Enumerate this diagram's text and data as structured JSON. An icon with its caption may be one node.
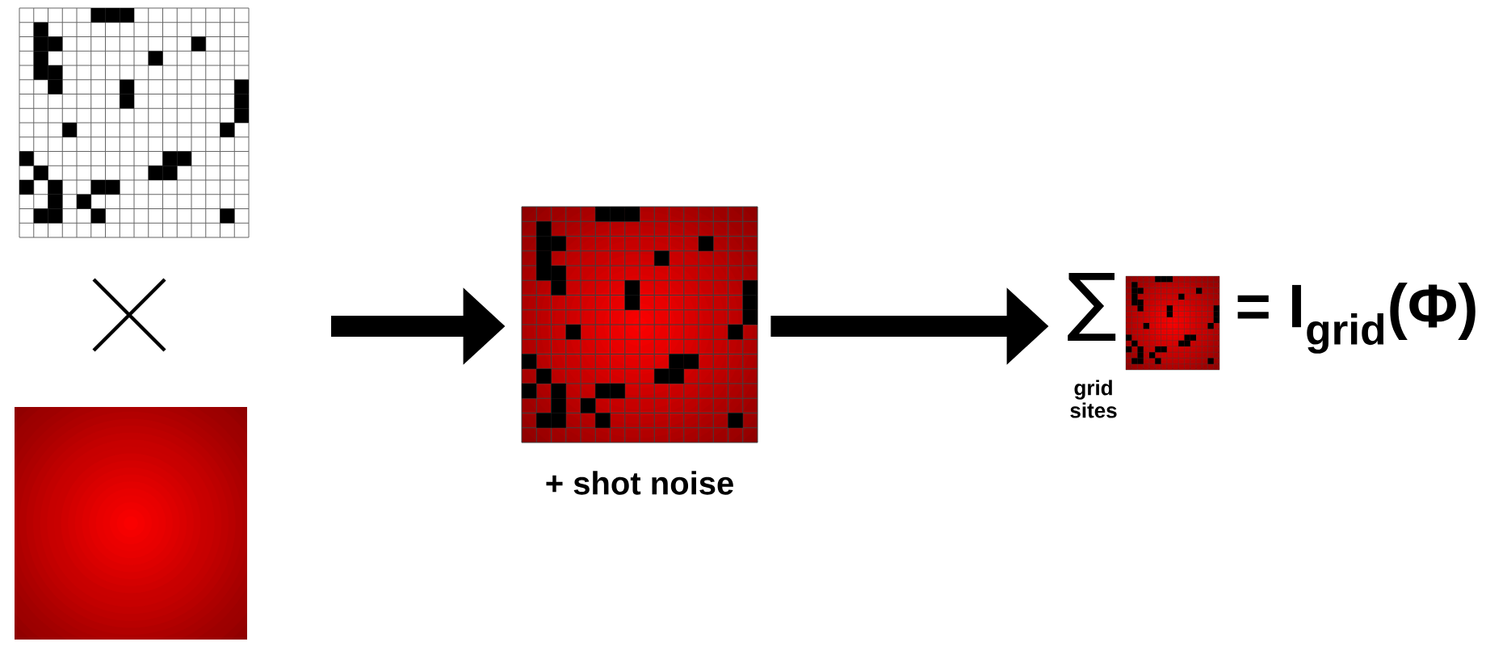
{
  "diagram": {
    "nodes": [
      {
        "text": [],
        "shape": "picture"
      },
      {
        "text": [],
        "shape": "picture"
      },
      {
        "text": [
          "+ shot noise"
        ]
      },
      {
        "text": [
          "∑"
        ]
      },
      {
        "text": [],
        "shape": "picture"
      }
    ],
    "edges": [
      {
        "from": null,
        "to": 2,
        "arrow": "to"
      },
      {
        "from": 2,
        "to": 3,
        "arrow": "to"
      }
    ],
    "labels": [
      "grid sites",
      "= I$_{grid}$(Φ)"
    ]
  }
}
